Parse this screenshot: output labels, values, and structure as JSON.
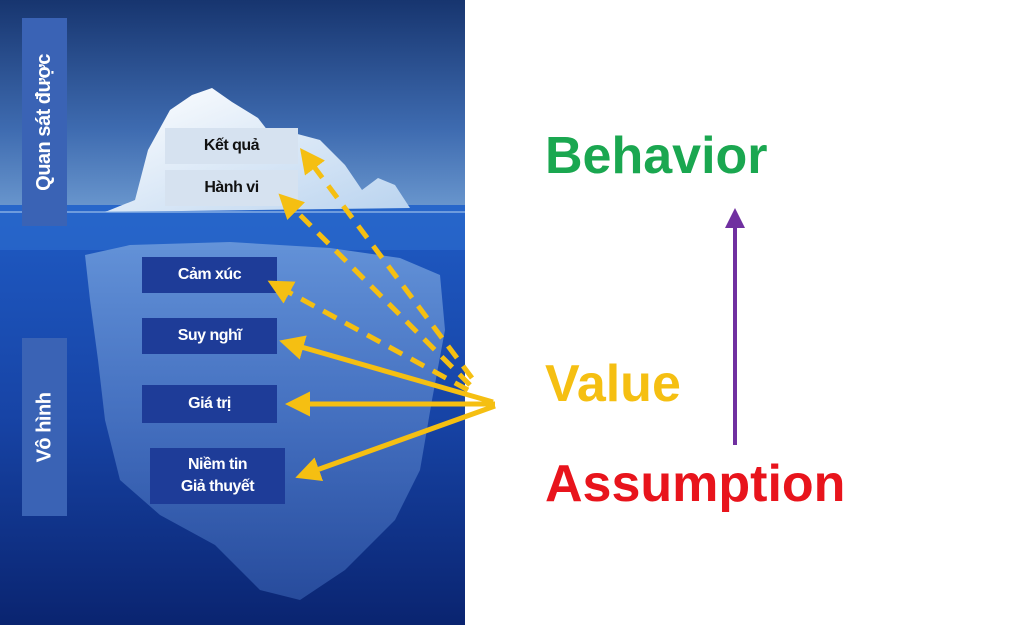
{
  "iceberg": {
    "side_labels": {
      "top": "Quan sát được",
      "bottom": "Vô hình"
    },
    "layers": [
      {
        "label": "Kết quả",
        "visible": true
      },
      {
        "label": "Hành vi",
        "visible": true
      },
      {
        "label": "Cảm xúc",
        "visible": false
      },
      {
        "label": "Suy nghĩ",
        "visible": false
      },
      {
        "label": "Giá trị",
        "visible": false
      },
      {
        "label": "Niềm tin",
        "label2": "Giả thuyết",
        "visible": false
      }
    ]
  },
  "model": {
    "behavior": "Behavior",
    "value": "Value",
    "assumption": "Assumption"
  },
  "colors": {
    "behavior": "#1aa750",
    "value": "#f5bf12",
    "assumption": "#e8141c",
    "arrow_yellow": "#f5bf12",
    "arrow_purple": "#7030a0"
  }
}
